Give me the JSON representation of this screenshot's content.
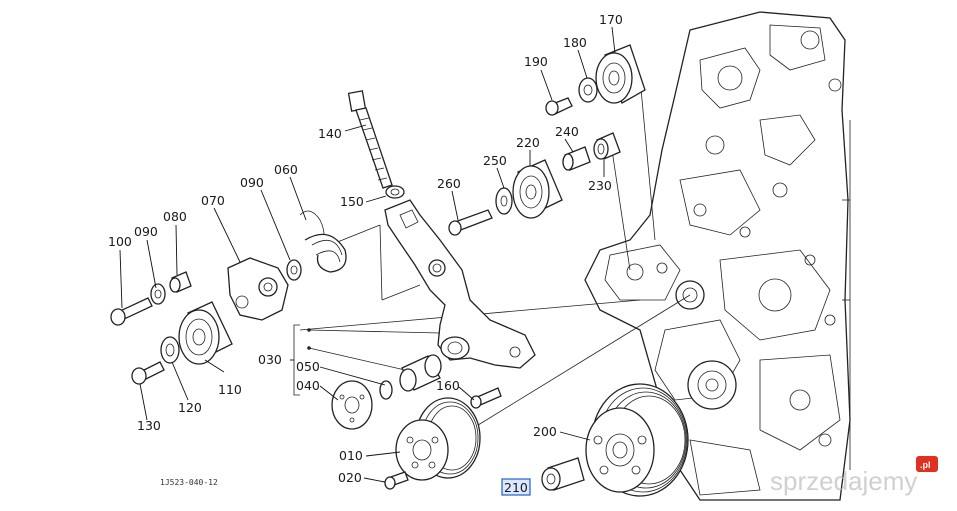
{
  "diagram": {
    "callouts": [
      {
        "id": "170",
        "label": "170"
      },
      {
        "id": "180",
        "label": "180"
      },
      {
        "id": "190",
        "label": "190"
      },
      {
        "id": "140",
        "label": "140"
      },
      {
        "id": "240",
        "label": "240"
      },
      {
        "id": "220",
        "label": "220"
      },
      {
        "id": "250",
        "label": "250"
      },
      {
        "id": "230",
        "label": "230"
      },
      {
        "id": "060",
        "label": "060"
      },
      {
        "id": "260",
        "label": "260"
      },
      {
        "id": "090a",
        "label": "090"
      },
      {
        "id": "070",
        "label": "070"
      },
      {
        "id": "150",
        "label": "150"
      },
      {
        "id": "080",
        "label": "080"
      },
      {
        "id": "100",
        "label": "100"
      },
      {
        "id": "090b",
        "label": "090"
      },
      {
        "id": "030",
        "label": "030"
      },
      {
        "id": "050",
        "label": "050"
      },
      {
        "id": "040",
        "label": "040"
      },
      {
        "id": "160",
        "label": "160"
      },
      {
        "id": "110",
        "label": "110"
      },
      {
        "id": "120",
        "label": "120"
      },
      {
        "id": "130",
        "label": "130"
      },
      {
        "id": "200",
        "label": "200"
      },
      {
        "id": "010",
        "label": "010"
      },
      {
        "id": "020",
        "label": "020"
      },
      {
        "id": "210",
        "label": "210",
        "highlighted": true
      }
    ],
    "drawing_code": "1J523-040-12",
    "watermark": "sprzedajemy",
    "watermark_badge": ".pl"
  }
}
